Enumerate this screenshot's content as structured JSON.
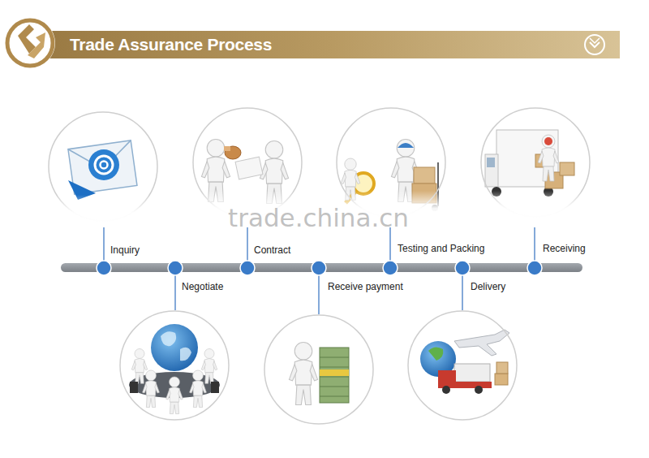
{
  "diagram": {
    "title": "Trade Assurance Process",
    "nodes": [
      {
        "text": [
          "Inquiry"
        ]
      },
      {
        "text": [
          "Negotiate"
        ]
      },
      {
        "text": [
          "Contract"
        ]
      },
      {
        "text": [
          "Receive payment"
        ]
      },
      {
        "text": [
          "Testing and Packing"
        ]
      },
      {
        "text": [
          "Delivery"
        ]
      },
      {
        "text": [
          "Receiving"
        ]
      }
    ],
    "labels": [
      "trade.china.cn"
    ]
  }
}
